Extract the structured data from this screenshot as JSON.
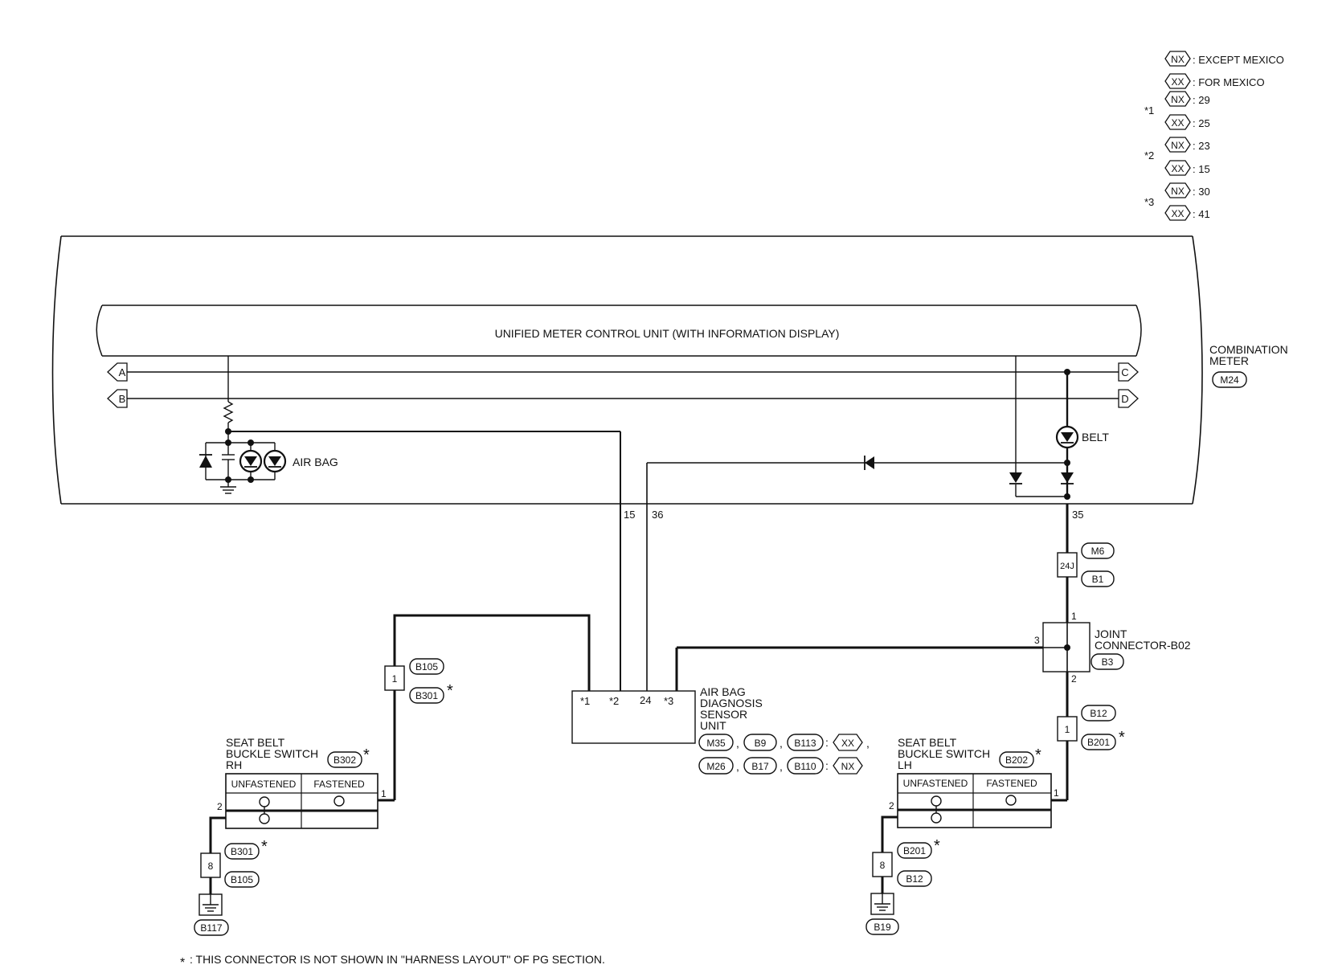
{
  "title": "UNIFIED METER CONTROL UNIT (WITH INFORMATION DISPLAY)",
  "combination_meter": {
    "line1": "COMBINATION",
    "line2": "METER",
    "connector": "M24"
  },
  "legend": {
    "nx": "NX",
    "xx": "XX",
    "except_mexico": ": EXCEPT MEXICO",
    "for_mexico": ": FOR MEXICO",
    "star1": "*1",
    "star2": "*2",
    "star3": "*3",
    "s1_nx": ": 29",
    "s1_xx": ": 25",
    "s2_nx": ": 23",
    "s2_xx": ": 15",
    "s3_nx": ": 30",
    "s3_xx": ": 41"
  },
  "offpage": {
    "a": "A",
    "b": "B",
    "c": "C",
    "d": "D"
  },
  "indicators": {
    "air_bag": "AIR BAG",
    "belt": "BELT"
  },
  "meter_pins": {
    "p15": "15",
    "p36": "36",
    "p35": "35"
  },
  "connectors": {
    "m6": "M6",
    "b1": "B1",
    "j24": "24J",
    "joint_line1": "JOINT",
    "joint_line2": "CONNECTOR-B02",
    "b3": "B3",
    "joint_pin1": "1",
    "joint_pin2": "2",
    "joint_pin3": "3",
    "b12": "B12",
    "b201": "B201",
    "b105": "B105",
    "b301": "B301",
    "pin1": "1",
    "pin8": "8",
    "pin2": "2",
    "b117": "B117",
    "b19": "B19",
    "b302": "B302",
    "b202": "B202",
    "m35": "M35",
    "m26": "M26",
    "b9": "B9",
    "b17": "B17",
    "b113": "B113",
    "b110": "B110",
    "xx": "XX",
    "nx": "NX",
    "comma": ",",
    "colon": ":",
    "star": "*"
  },
  "airbag_unit": {
    "line1": "AIR BAG",
    "line2": "DIAGNOSIS",
    "line3": "SENSOR",
    "line4": "UNIT",
    "pin_s1": "*1",
    "pin_s2": "*2",
    "pin_24": "24",
    "pin_s3": "*3"
  },
  "seat_rh": {
    "line1": "SEAT BELT",
    "line2": "BUCKLE SWITCH",
    "line3": "RH",
    "unfastened": "UNFASTENED",
    "fastened": "FASTENED"
  },
  "seat_lh": {
    "line1": "SEAT BELT",
    "line2": "BUCKLE SWITCH",
    "line3": "LH",
    "unfastened": "UNFASTENED",
    "fastened": "FASTENED"
  },
  "footnote": {
    "star": "*",
    "text": ": THIS CONNECTOR IS NOT SHOWN IN \"HARNESS LAYOUT\" OF PG SECTION."
  }
}
